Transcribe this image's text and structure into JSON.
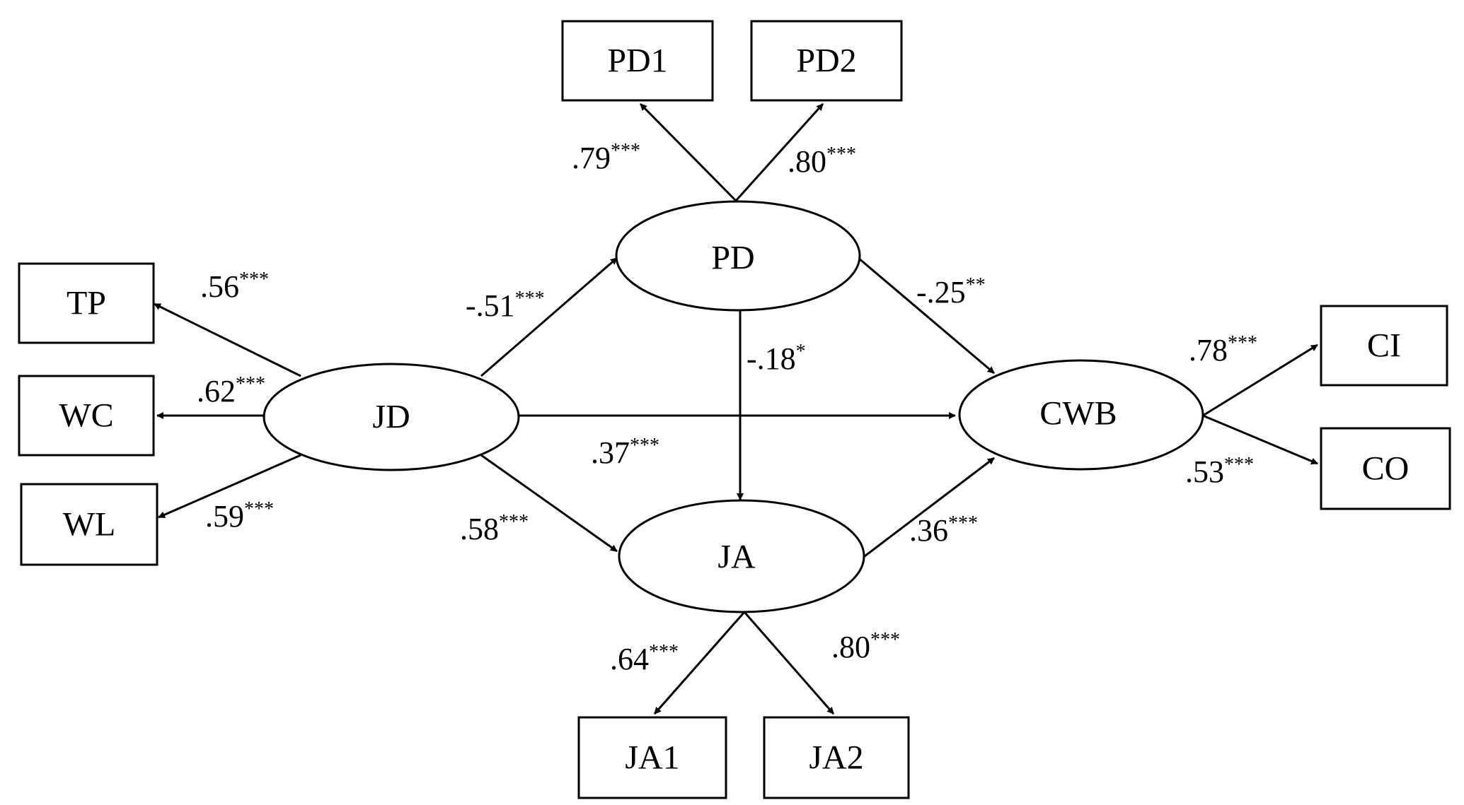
{
  "nodes": {
    "PD1": "PD1",
    "PD2": "PD2",
    "TP": "TP",
    "WC": "WC",
    "WL": "WL",
    "JD": "JD",
    "PD": "PD",
    "JA": "JA",
    "CWB": "CWB",
    "CI": "CI",
    "CO": "CO",
    "JA1": "JA1",
    "JA2": "JA2"
  },
  "edges": {
    "pd_pd1": {
      "coef": ".79",
      "sig": "***"
    },
    "pd_pd2": {
      "coef": ".80",
      "sig": "***"
    },
    "jd_tp": {
      "coef": ".56",
      "sig": "***"
    },
    "jd_wc": {
      "coef": ".62",
      "sig": "***"
    },
    "jd_wl": {
      "coef": ".59",
      "sig": "***"
    },
    "jd_pd": {
      "coef": "-.51",
      "sig": "***"
    },
    "jd_cwb": {
      "coef": ".37",
      "sig": "***"
    },
    "jd_ja": {
      "coef": ".58",
      "sig": "***"
    },
    "pd_ja": {
      "coef": "-.18",
      "sig": "*"
    },
    "pd_cwb": {
      "coef": "-.25",
      "sig": "**"
    },
    "ja_cwb": {
      "coef": ".36",
      "sig": "***"
    },
    "cwb_ci": {
      "coef": ".78",
      "sig": "***"
    },
    "cwb_co": {
      "coef": ".53",
      "sig": "***"
    },
    "ja_ja1": {
      "coef": ".64",
      "sig": "***"
    },
    "ja_ja2": {
      "coef": ".80",
      "sig": "***"
    }
  }
}
